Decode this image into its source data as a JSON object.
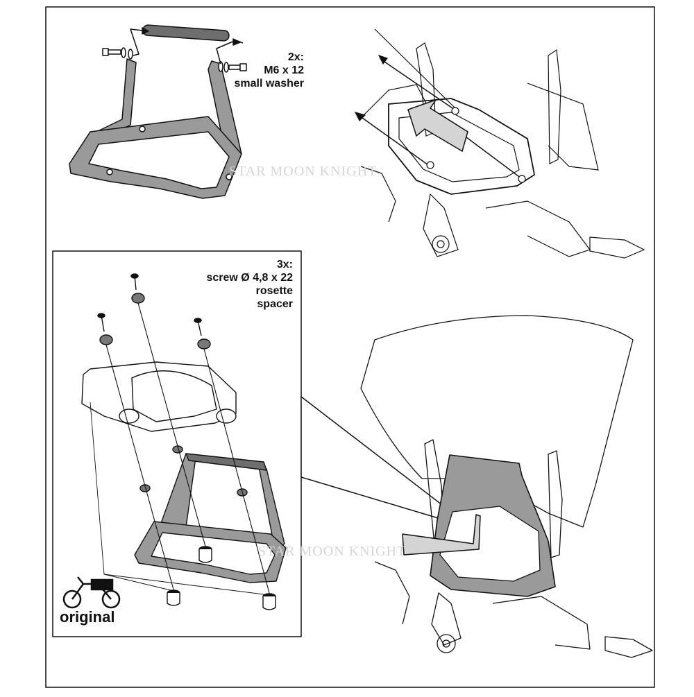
{
  "top_spec": {
    "count": "2x:",
    "bolt": "M6 x 12",
    "washer": "small washer"
  },
  "inset_spec": {
    "count": "3x:",
    "screw": "screw Ø 4,8 x 22",
    "rosette": "rosette",
    "spacer": "spacer"
  },
  "badge": {
    "text": "original",
    "icon": "motorcycle-with-luggage-icon"
  },
  "watermark": {
    "text": "STAR MOON KNIGHT"
  },
  "colors": {
    "line": "#111111",
    "bracket_fill": "#9a9a9a",
    "arrow_fill": "#d4d4d4",
    "dark_bar": "#6e6e6e"
  }
}
